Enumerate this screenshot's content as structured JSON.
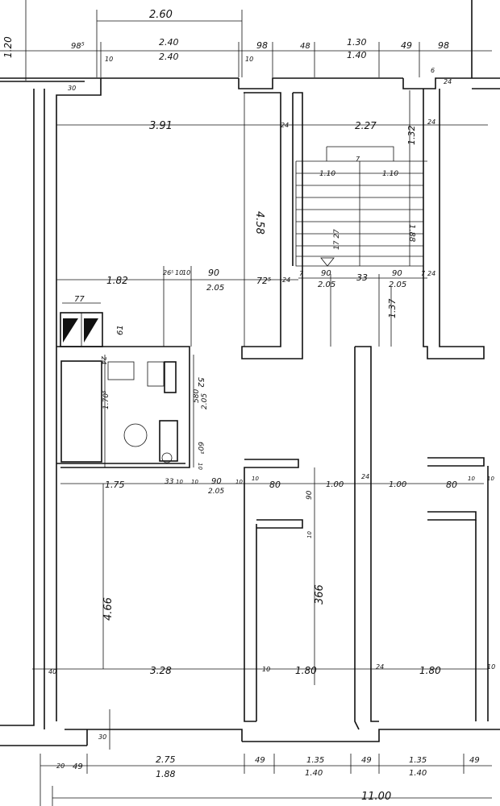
{
  "dimensions": [
    {
      "id": "d-260",
      "text": "2.60"
    },
    {
      "id": "d-120",
      "text": "1.20"
    },
    {
      "id": "d-985",
      "text": "98⁵"
    },
    {
      "id": "d-240a",
      "text": "2.40"
    },
    {
      "id": "d-240b",
      "text": "2.40"
    },
    {
      "id": "d-10a",
      "text": "10"
    },
    {
      "id": "d-10b",
      "text": "10"
    },
    {
      "id": "d-98a",
      "text": "98"
    },
    {
      "id": "d-48",
      "text": "48"
    },
    {
      "id": "d-130",
      "text": "1.30"
    },
    {
      "id": "d-140a",
      "text": "1.40"
    },
    {
      "id": "d-49a",
      "text": "49"
    },
    {
      "id": "d-98b",
      "text": "98"
    },
    {
      "id": "d-6",
      "text": "6"
    },
    {
      "id": "d-24a",
      "text": "24"
    },
    {
      "id": "d-30a",
      "text": "30"
    },
    {
      "id": "d-391",
      "text": "3.91"
    },
    {
      "id": "d-24b",
      "text": "24"
    },
    {
      "id": "d-227",
      "text": "2.27"
    },
    {
      "id": "d-132",
      "text": "1.32"
    },
    {
      "id": "d-24c",
      "text": "24"
    },
    {
      "id": "d-7a",
      "text": "7"
    },
    {
      "id": "d-110a",
      "text": "1.10"
    },
    {
      "id": "d-110b",
      "text": "1.10"
    },
    {
      "id": "d-458",
      "text": "4.58"
    },
    {
      "id": "d-188",
      "text": "1.88"
    },
    {
      "id": "d-1727",
      "text": "17 27"
    },
    {
      "id": "d-182",
      "text": "1.82"
    },
    {
      "id": "d-265",
      "text": "26⁵"
    },
    {
      "id": "d-10c",
      "text": "10"
    },
    {
      "id": "d-10d",
      "text": "10"
    },
    {
      "id": "d-90a",
      "text": "90"
    },
    {
      "id": "d-205a",
      "text": "2.05"
    },
    {
      "id": "d-725",
      "text": "72⁵"
    },
    {
      "id": "d-24d",
      "text": "24"
    },
    {
      "id": "d-7b",
      "text": "7"
    },
    {
      "id": "d-90b",
      "text": "90"
    },
    {
      "id": "d-205b",
      "text": "2.05"
    },
    {
      "id": "d-33a",
      "text": "33"
    },
    {
      "id": "d-90c",
      "text": "90"
    },
    {
      "id": "d-205c",
      "text": "2.05"
    },
    {
      "id": "d-7c",
      "text": "7"
    },
    {
      "id": "d-24e",
      "text": "24"
    },
    {
      "id": "d-137",
      "text": "1.37"
    },
    {
      "id": "d-77",
      "text": "77"
    },
    {
      "id": "d-61",
      "text": "61"
    },
    {
      "id": "d-24f",
      "text": "24"
    },
    {
      "id": "d-52",
      "text": "52"
    },
    {
      "id": "d-170",
      "text": "1.70⁵"
    },
    {
      "id": "d-580",
      "text": "580"
    },
    {
      "id": "d-205d",
      "text": "2.05"
    },
    {
      "id": "d-603",
      "text": "60³"
    },
    {
      "id": "d-10e",
      "text": "10"
    },
    {
      "id": "d-175",
      "text": "1.75"
    },
    {
      "id": "d-33b",
      "text": "33"
    },
    {
      "id": "d-10f",
      "text": "10"
    },
    {
      "id": "d-10g",
      "text": "10"
    },
    {
      "id": "d-90d",
      "text": "90"
    },
    {
      "id": "d-205e",
      "text": "2.05"
    },
    {
      "id": "d-10h",
      "text": "10"
    },
    {
      "id": "d-10i",
      "text": "10"
    },
    {
      "id": "d-80a",
      "text": "80"
    },
    {
      "id": "d-90e",
      "text": "90"
    },
    {
      "id": "d-10j",
      "text": "10"
    },
    {
      "id": "d-100a",
      "text": "1.00"
    },
    {
      "id": "d-24g",
      "text": "24"
    },
    {
      "id": "d-100b",
      "text": "1.00"
    },
    {
      "id": "d-80b",
      "text": "80"
    },
    {
      "id": "d-10k",
      "text": "10"
    },
    {
      "id": "d-10l",
      "text": "10"
    },
    {
      "id": "d-466",
      "text": "4.66"
    },
    {
      "id": "d-366",
      "text": "366"
    },
    {
      "id": "d-40",
      "text": "40"
    },
    {
      "id": "d-328",
      "text": "3.28"
    },
    {
      "id": "d-10m",
      "text": "10"
    },
    {
      "id": "d-180a",
      "text": "1.80"
    },
    {
      "id": "d-24h",
      "text": "24"
    },
    {
      "id": "d-180b",
      "text": "1.80"
    },
    {
      "id": "d-10n",
      "text": "10"
    },
    {
      "id": "d-30b",
      "text": "30"
    },
    {
      "id": "d-20",
      "text": "20"
    },
    {
      "id": "d-49b",
      "text": "49"
    },
    {
      "id": "d-275",
      "text": "2.75"
    },
    {
      "id": "d-188b",
      "text": "1.88"
    },
    {
      "id": "d-49c",
      "text": "49"
    },
    {
      "id": "d-135a",
      "text": "1.35"
    },
    {
      "id": "d-140b",
      "text": "1.40"
    },
    {
      "id": "d-49d",
      "text": "49"
    },
    {
      "id": "d-135b",
      "text": "1.35"
    },
    {
      "id": "d-140c",
      "text": "1.40"
    },
    {
      "id": "d-49e",
      "text": "49"
    },
    {
      "id": "d-1100",
      "text": "11.00"
    }
  ]
}
